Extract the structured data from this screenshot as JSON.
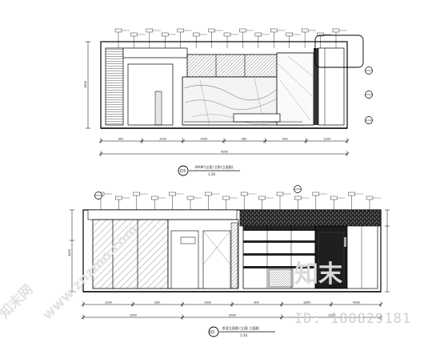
{
  "drawing_top": {
    "tag": "D3",
    "caption": "BIAN*(立面) 主卧(立面图)",
    "scale": "1:30",
    "dims_row1": [
      "600",
      "1200",
      "1500",
      "280",
      "900",
      "1200"
    ],
    "dims_row2": [
      "4200"
    ],
    "left_dim": "2800",
    "callout_count": 15
  },
  "drawing_bottom": {
    "tag": "02",
    "caption": "卧室立面图 (立面) 立面图",
    "scale": "1:30",
    "dims_row1": [
      "1200",
      "280",
      "1500",
      "300",
      "1800",
      "4200"
    ],
    "dims_row2": [
      "1500",
      "3500",
      "1200"
    ],
    "left_dim": "3400",
    "callout_count": 16
  },
  "watermarks": {
    "diagonal": "www.znzmo.com",
    "logo": "知末",
    "id_text": "ID: 180829181",
    "corner": "知末网"
  }
}
